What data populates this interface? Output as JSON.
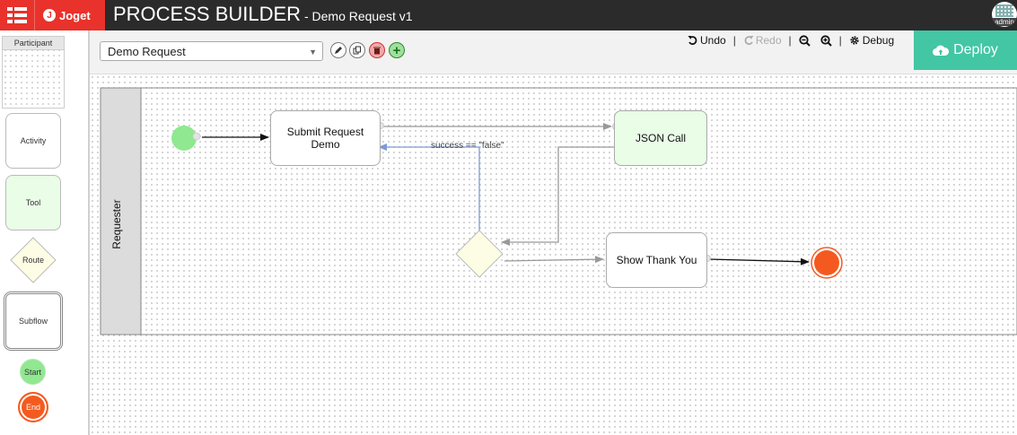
{
  "header": {
    "logo_text": "Joget",
    "logo_mark": "J",
    "title": "PROCESS BUILDER",
    "subtitle": " - Demo Request v1",
    "user": "admin"
  },
  "palette": {
    "participant": "Participant",
    "activity": "Activity",
    "tool": "Tool",
    "route": "Route",
    "subflow": "Subflow",
    "start": "Start",
    "end": "End"
  },
  "toolbar": {
    "process_select_value": "Demo Request",
    "undo": "Undo",
    "redo": "Redo",
    "debug": "Debug",
    "deploy": "Deploy",
    "add": "+"
  },
  "diagram": {
    "lane": "Requester",
    "nodes": {
      "submit_line1": "Submit Request",
      "submit_line2": "Demo",
      "json_call": "JSON Call",
      "show_thank_you": "Show Thank You"
    },
    "edge_label": "success == \"false\""
  },
  "colors": {
    "brand": "#e8322b",
    "deploy": "#43c6a4",
    "start": "#90e890",
    "end": "#f45a1f",
    "tool_fill": "#e9fde7",
    "route_fill": "#fdfde6",
    "condition_edge": "#7b9ad8"
  },
  "icons": [
    "apps-icon",
    "joget-logo-icon",
    "avatar-icon",
    "pencil-icon",
    "copy-icon",
    "trash-icon",
    "plus-icon",
    "undo-icon",
    "redo-icon",
    "zoom-out-icon",
    "zoom-in-icon",
    "gear-icon",
    "cloud-upload-icon",
    "chevron-down-icon"
  ]
}
